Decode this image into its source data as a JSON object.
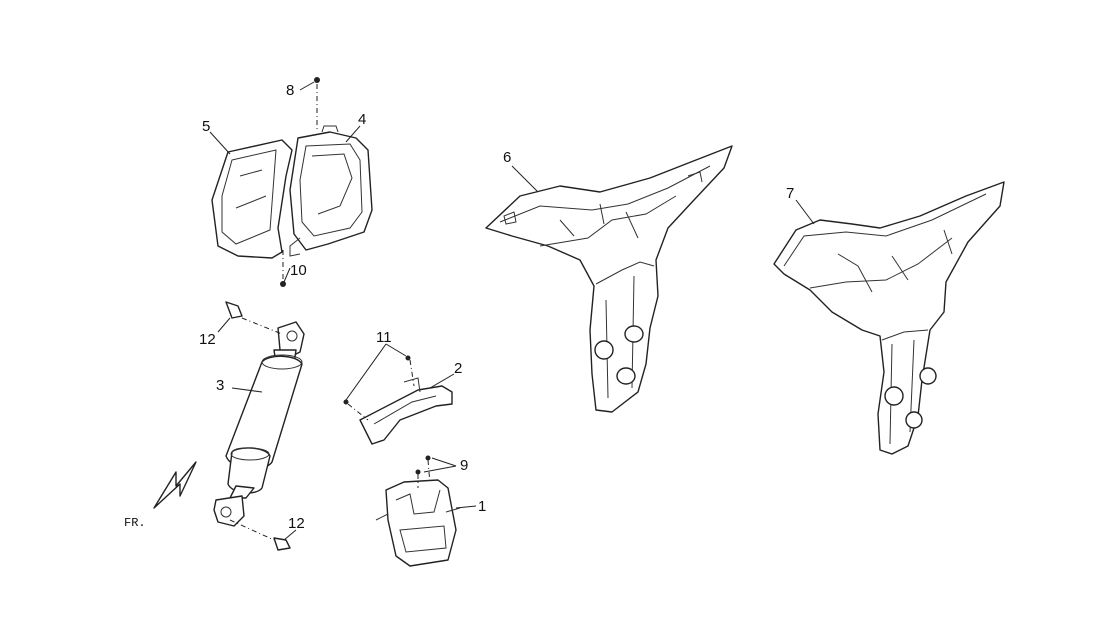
{
  "callouts": {
    "c1": "1",
    "c2": "2",
    "c3": "3",
    "c4": "4",
    "c5": "5",
    "c6": "6",
    "c7": "7",
    "c8": "8",
    "c9": "9",
    "c10": "10",
    "c11": "11",
    "c12a": "12",
    "c12b": "12"
  },
  "direction_label": "FR."
}
